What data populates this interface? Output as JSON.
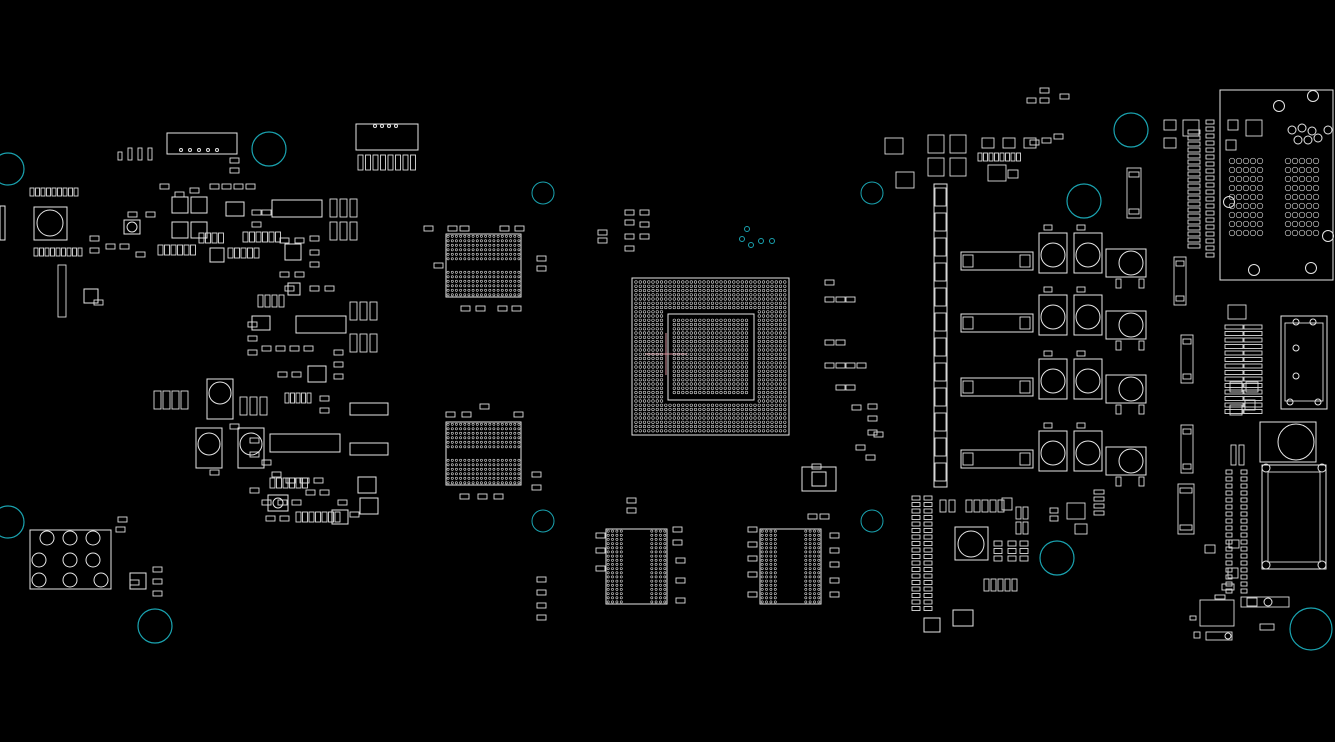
{
  "view": {
    "background": "#000000",
    "component_outline_color": "#e6e6e6",
    "mounting_hole_color": "#1aa3b0",
    "origin_marker_color": "#d9909a"
  },
  "board": {
    "layer": "silkscreen-outline",
    "component_groups": [
      "left-power-section",
      "memory-upper",
      "memory-lower",
      "main-bga-processor",
      "memory-bottom-left",
      "memory-bottom-right",
      "vrm-inductor-bank",
      "right-connector-area"
    ]
  }
}
